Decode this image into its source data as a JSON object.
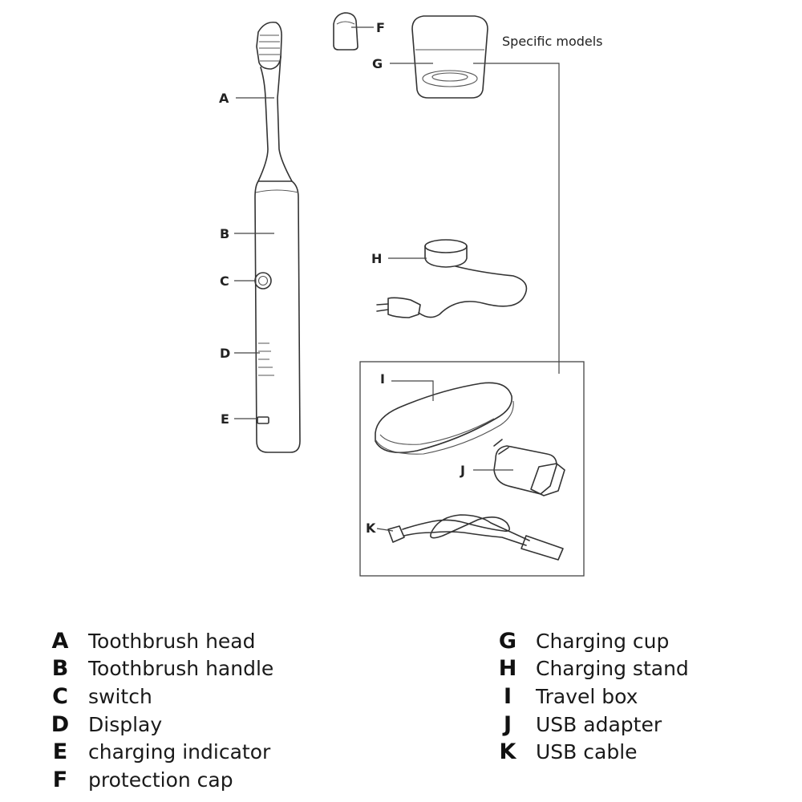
{
  "callouts": {
    "a": "A",
    "b": "B",
    "c": "C",
    "d": "D",
    "e": "E",
    "f": "F",
    "g": "G",
    "h": "H",
    "i": "I",
    "j": "J",
    "k": "K"
  },
  "note": "Specific models",
  "legend": {
    "left": [
      {
        "letter": "A",
        "text": "Toothbrush head"
      },
      {
        "letter": "B",
        "text": "Toothbrush handle"
      },
      {
        "letter": "C",
        "text": "switch"
      },
      {
        "letter": "D",
        "text": "Display"
      },
      {
        "letter": "E",
        "text": "charging indicator"
      },
      {
        "letter": "F",
        "text": "protection cap"
      }
    ],
    "right": [
      {
        "letter": "G",
        "text": "Charging cup"
      },
      {
        "letter": "H",
        "text": "Charging stand"
      },
      {
        "letter": "I",
        "text": "Travel box"
      },
      {
        "letter": "J",
        "text": "USB adapter"
      },
      {
        "letter": "K",
        "text": "USB cable"
      }
    ]
  }
}
